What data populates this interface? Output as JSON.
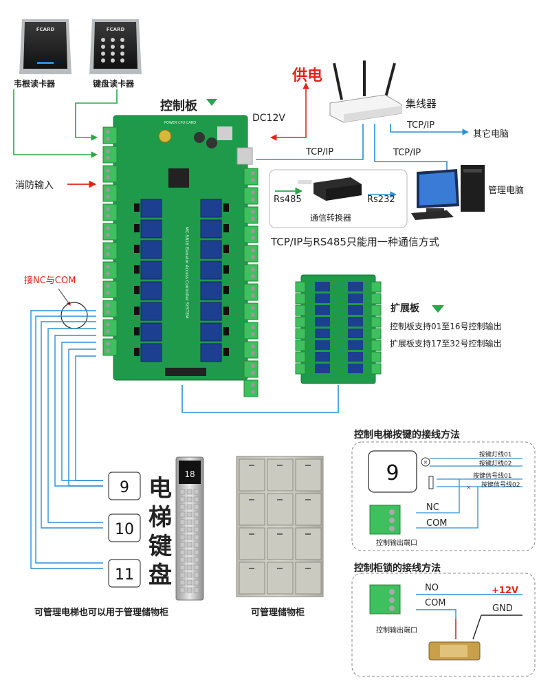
{
  "readers": {
    "wiegand_label": "韦根读卡器",
    "keypad_label": "键盘读卡器",
    "brand": "FCARD"
  },
  "control_board": {
    "title": "控制板",
    "power_label": "DC12V",
    "fire_input": "消防输入",
    "nc_com_label": "接NC与COM",
    "silk_model": "MC-5816 Elevator Access Controller SYSTEM",
    "silk_top": "POWER CPU CARD"
  },
  "network": {
    "supply": "供电",
    "hub": "集线器",
    "tcp1": "TCP/IP",
    "tcp2": "TCP/IP",
    "tcp3": "TCP/IP",
    "other_pc": "其它电脑",
    "mgmt_pc": "管理电脑",
    "rs485": "Rs485",
    "rs232": "Rs232",
    "converter": "通信转换器",
    "note": "TCP/IP与RS485只能用一种通信方式"
  },
  "expansion": {
    "title": "扩展板",
    "line1": "控制板支持01至16号控制输出",
    "line2": "扩展板支持17至32号控制输出"
  },
  "keys": {
    "k1": "9",
    "k2": "10",
    "k3": "11",
    "panel_text": "电梯键盘",
    "panel_display": "18",
    "caption": "可管理电梯也可以用于管理储物柜"
  },
  "cabinet": {
    "caption": "可管理储物柜"
  },
  "wiring_elevator": {
    "title": "控制电梯按键的接线方法",
    "key": "9",
    "lamp1": "按键灯线01",
    "lamp2": "按键灯线02",
    "sig1": "按键信号线01",
    "sig2": "按键信号线02",
    "nc": "NC",
    "com": "COM",
    "port": "控制输出端口"
  },
  "wiring_lock": {
    "title": "控制柜锁的接线方法",
    "no": "NO",
    "v12": "+12V",
    "com": "COM",
    "gnd": "GND",
    "port": "控制输出端口"
  },
  "colors": {
    "wire_blue": "#2a8fd8",
    "wire_green": "#2aa64a",
    "wire_red": "#e3241b",
    "board_green": "#1f9a4a",
    "relay_blue": "#1c3f8f",
    "terminal_green": "#3fbf5e"
  }
}
